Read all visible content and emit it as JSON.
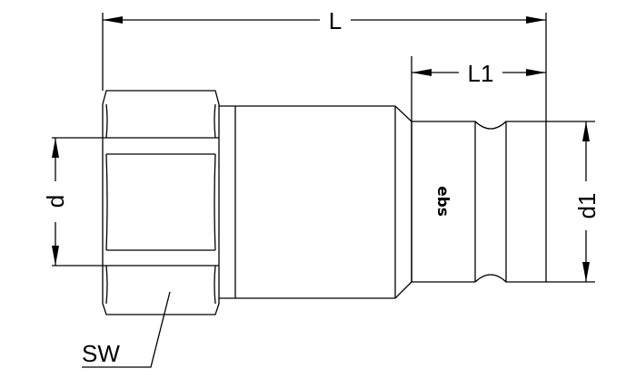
{
  "drawing": {
    "dimensions": {
      "overall_length": "L",
      "plug_length": "L1",
      "thread_diameter": "d",
      "plug_diameter": "d1",
      "wrench_size": "SW"
    },
    "logo": "ebs",
    "colors": {
      "line": "#000000",
      "background": "#ffffff"
    }
  }
}
